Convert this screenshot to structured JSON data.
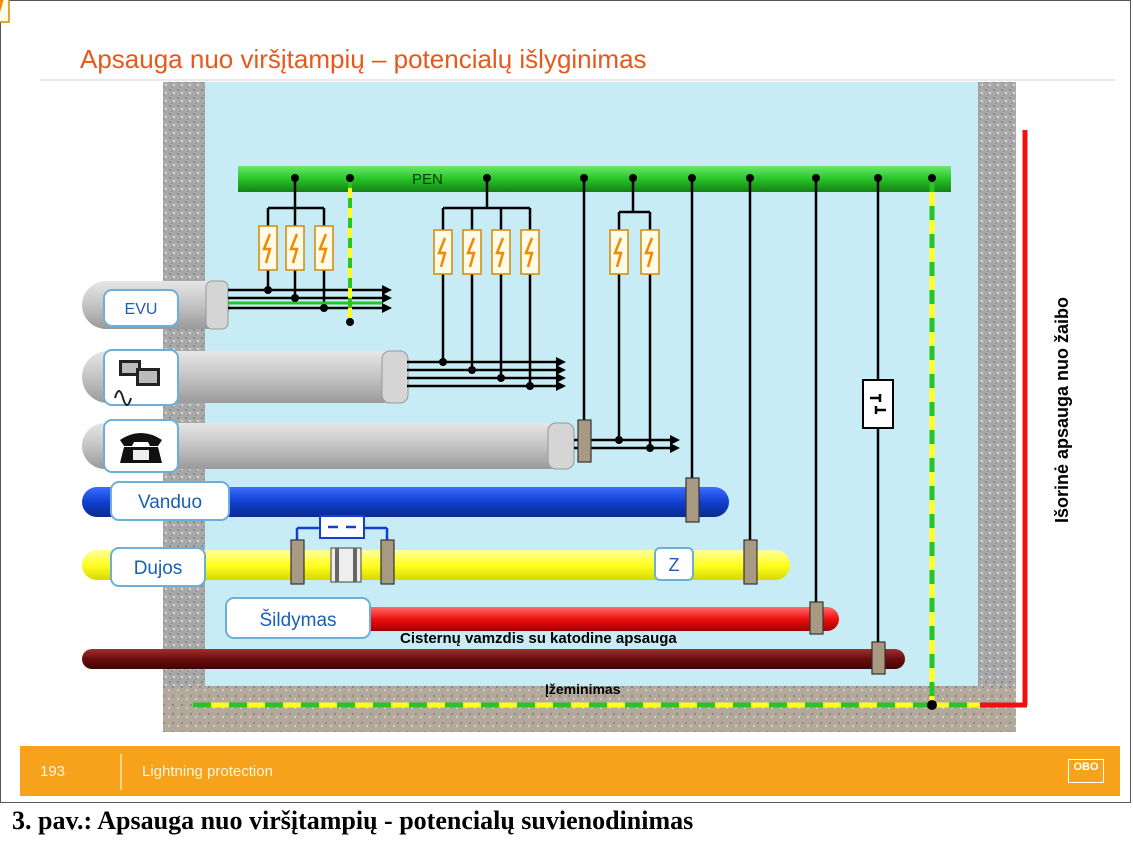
{
  "slide": {
    "title": "Apsauga nuo viršįtampių – potencialų išlyginimas",
    "vertical_label": "Išorinė apsauga nuo žaibo",
    "footer": {
      "page_number": "193",
      "label": "Lightning protection",
      "logo_text": "OBO"
    }
  },
  "diagram": {
    "bus_label": "PEN",
    "lines": {
      "power": "EVU",
      "water": "Vanduo",
      "gas": "Dujos",
      "gas_meter": "Z",
      "heating": "Šildymas",
      "tank_pipe": "Cisternų vamzdis su katodine apsauga",
      "earthing": "Įžeminimas"
    },
    "icons": [
      "computer-network-icon",
      "telephone-icon",
      "surge-arrester-icon",
      "isolating-spark-gap-icon"
    ]
  },
  "colors": {
    "title": "#e8581c",
    "pen_bar": "#27c427",
    "water": "#1040d0",
    "gas": "#ffff33",
    "heating": "#ee1111",
    "tank": "#6b0d0d",
    "footer": "#f7a21b",
    "room": "#c8ecf6"
  },
  "caption": "3. pav.: Apsauga nuo viršįtampių - potencialų suvienodinimas"
}
